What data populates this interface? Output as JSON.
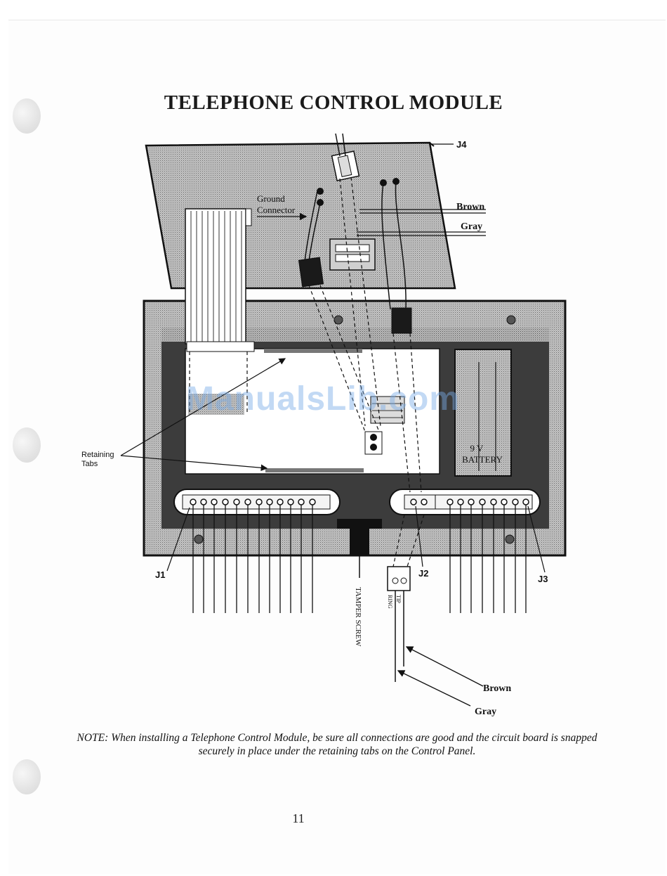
{
  "document": {
    "title": "TELEPHONE CONTROL MODULE",
    "page_number": "11",
    "note_lead": "NOTE:",
    "note_text": " When installing a Telephone  Control Module, be sure all connections are good and the circuit board is snapped securely in place under the retaining tabs on the Control Panel.",
    "watermark": "ManualsLib.com"
  },
  "labels": {
    "j4": "J4",
    "ground_line1": "Ground",
    "ground_line2": "Connector",
    "brown_top": "Brown",
    "gray_top": "Gray",
    "retaining_line1": "Retaining",
    "retaining_line2": "Tabs",
    "battery_line1": "9 V",
    "battery_line2": "BATTERY",
    "j1": "J1",
    "j2": "J2",
    "j3": "J3",
    "tamper": "TAMPER SCREW",
    "tip": "TIP",
    "ring": "RING",
    "brown_bottom": "Brown",
    "gray_bottom": "Gray"
  },
  "colors": {
    "panel_stipple": "#a8a8a8",
    "panel_dark": "#3a3a3a",
    "board_white": "#ffffff",
    "ink": "#111111"
  }
}
